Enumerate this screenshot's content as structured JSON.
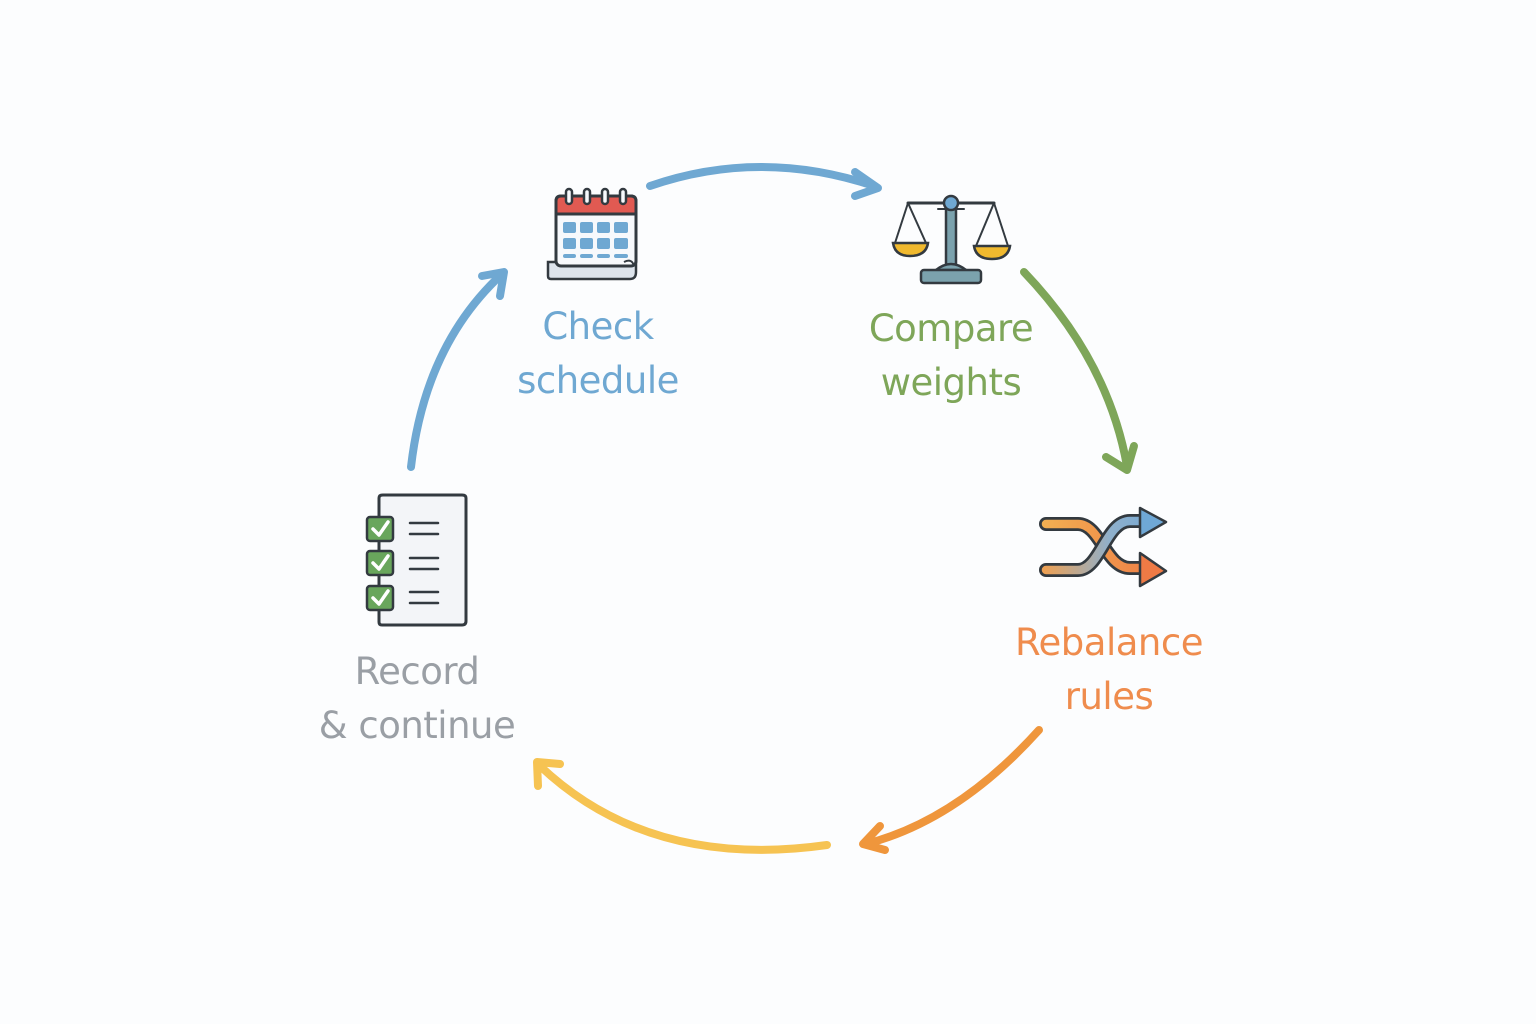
{
  "diagram": {
    "type": "cycle",
    "steps": [
      {
        "id": "check",
        "lines": [
          "Check",
          "schedule"
        ],
        "color": "#6fa8d2",
        "icon": "calendar-icon"
      },
      {
        "id": "compare",
        "lines": [
          "Compare",
          "weights"
        ],
        "color": "#7ea659",
        "icon": "balance-scale-icon"
      },
      {
        "id": "rebalance",
        "lines": [
          "Rebalance",
          "rules"
        ],
        "color": "#ef8c4d",
        "icon": "shuffle-arrows-icon"
      },
      {
        "id": "record",
        "lines": [
          "Record",
          "& continue"
        ],
        "color": "#9a9fa5",
        "icon": "checklist-icon"
      }
    ],
    "arrows": [
      {
        "from": "check",
        "to": "compare",
        "color": "#6fa8d2"
      },
      {
        "from": "compare",
        "to": "rebalance",
        "color": "#7ea659"
      },
      {
        "from": "rebalance",
        "to": "record",
        "color_start": "#ef963c",
        "color_end": "#f6c352"
      },
      {
        "from": "record",
        "to": "check",
        "color": "#6fa8d2"
      }
    ],
    "colors": {
      "calendar_header": "#e15a52",
      "calendar_cells": "#6fa8d2",
      "scale_pans": "#f0b92e",
      "scale_base": "#7ba2ad",
      "checkbox": "#69a65c",
      "outline": "#333a40"
    }
  }
}
